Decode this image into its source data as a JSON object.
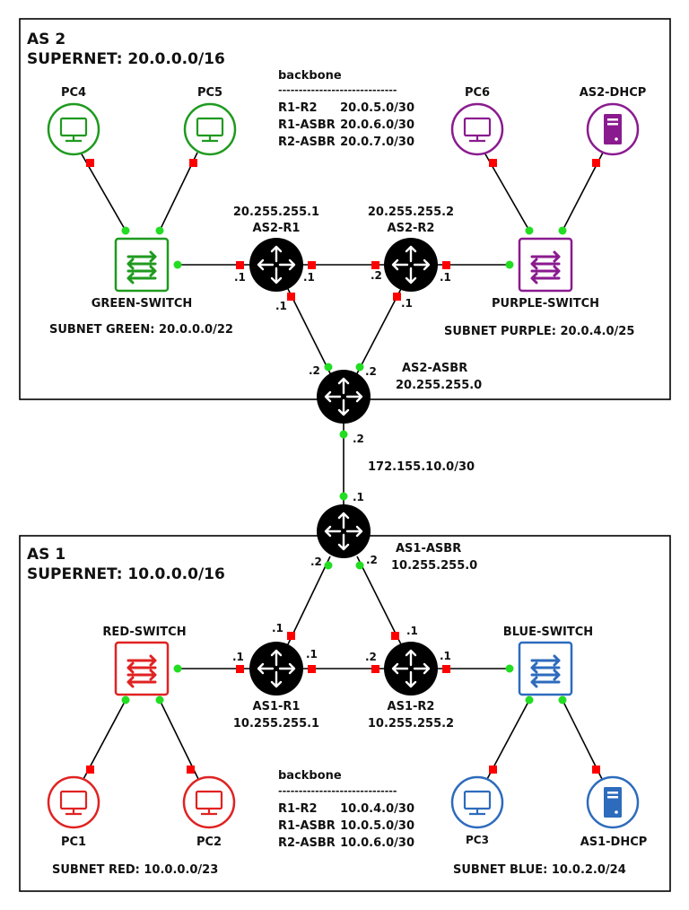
{
  "colors": {
    "green": "#1f9a1f",
    "purple": "#8a1b8f",
    "red": "#e02222",
    "blue": "#2d6bbd",
    "router": "#000000",
    "port_router": "#ff0000",
    "port_switch": "#22dd22"
  },
  "as2": {
    "title": "AS 2",
    "supernet": "SUPERNET: 20.0.0.0/16",
    "backbone": {
      "title": "backbone",
      "separator": "-----------------------------",
      "rows": [
        {
          "link": "R1-R2",
          "net": "20.0.5.0/30"
        },
        {
          "link": "R1-ASBR",
          "net": "20.0.6.0/30"
        },
        {
          "link": "R2-ASBR",
          "net": "20.0.7.0/30"
        }
      ]
    },
    "pc4": "PC4",
    "pc5": "PC5",
    "pc6": "PC6",
    "dhcp": "AS2-DHCP",
    "green_switch": "GREEN-SWITCH",
    "purple_switch": "PURPLE-SWITCH",
    "subnet_green": "SUBNET GREEN: 20.0.0.0/22",
    "subnet_purple": "SUBNET PURPLE: 20.0.4.0/25",
    "r1_ip": "20.255.255.1",
    "r1_name": "AS2-R1",
    "r2_ip": "20.255.255.2",
    "r2_name": "AS2-R2",
    "asbr_name": "AS2-ASBR",
    "asbr_ip": "20.255.255.0"
  },
  "link": {
    "net": "172.155.10.0/30"
  },
  "as1": {
    "title": "AS 1",
    "supernet": "SUPERNET: 10.0.0.0/16",
    "backbone": {
      "title": "backbone",
      "separator": "-----------------------------",
      "rows": [
        {
          "link": "R1-R2",
          "net": "10.0.4.0/30"
        },
        {
          "link": "R1-ASBR",
          "net": "10.0.5.0/30"
        },
        {
          "link": "R2-ASBR",
          "net": "10.0.6.0/30"
        }
      ]
    },
    "asbr_name": "AS1-ASBR",
    "asbr_ip": "10.255.255.0",
    "red_switch": "RED-SWITCH",
    "blue_switch": "BLUE-SWITCH",
    "r1_name": "AS1-R1",
    "r1_ip": "10.255.255.1",
    "r2_name": "AS1-R2",
    "r2_ip": "10.255.255.2",
    "pc1": "PC1",
    "pc2": "PC2",
    "pc3": "PC3",
    "dhcp": "AS1-DHCP",
    "subnet_red": "SUBNET RED: 10.0.0.0/23",
    "subnet_blue": "SUBNET BLUE: 10.0.2.0/24"
  },
  "ifaces": {
    "as2_gs_r1": ".1",
    "as2_r1_r2": ".1",
    "as2_r2_r1": ".2",
    "as2_r2_ps": ".1",
    "as2_r1_asbr": ".1",
    "as2_r2_asbr": ".1",
    "as2_asbr_r1": ".2",
    "as2_asbr_r2": ".2",
    "as2_asbr_down": ".2",
    "as1_asbr_up": ".1",
    "as1_asbr_r1": ".2",
    "as1_asbr_r2": ".2",
    "as1_r1_asbr": ".1",
    "as1_r2_asbr": ".1",
    "as1_rs_r1": ".1",
    "as1_r1_r2": ".1",
    "as1_r2_r1": ".2",
    "as1_r2_bs": ".1"
  }
}
